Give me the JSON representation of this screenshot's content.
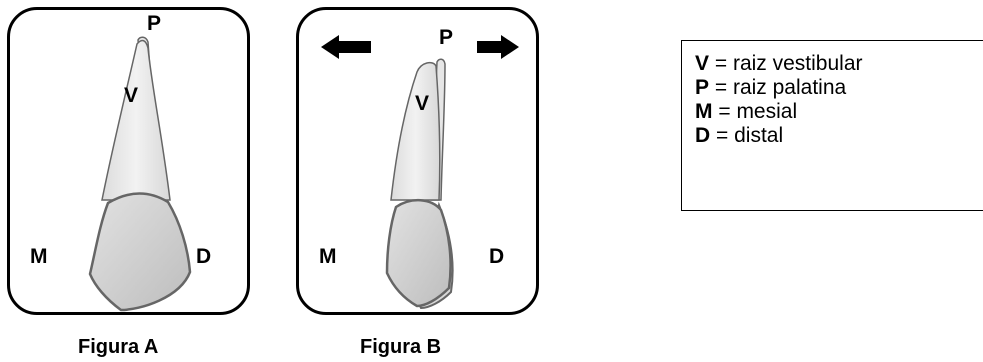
{
  "figure_a": {
    "caption": "Figura A",
    "labels": {
      "palatal": "P",
      "vestibular": "V",
      "mesial": "M",
      "distal": "D"
    }
  },
  "figure_b": {
    "caption": "Figura B",
    "labels": {
      "palatal": "P",
      "vestibular": "V",
      "mesial": "M",
      "distal": "D"
    },
    "arrows": [
      "arrow-left-icon",
      "arrow-right-icon"
    ]
  },
  "legend": {
    "items": [
      {
        "key": "V",
        "sep": " = ",
        "text": "raiz vestibular"
      },
      {
        "key": "P",
        "sep": " = ",
        "text": "raiz palatina"
      },
      {
        "key": "M",
        "sep": " = ",
        "text": "mesial"
      },
      {
        "key": "D",
        "sep": " = ",
        "text": "distal"
      }
    ]
  },
  "colors": {
    "root_fill": "#ececec",
    "crown_fill": "#cfcfcf",
    "outline": "#555555",
    "border": "#000000"
  }
}
